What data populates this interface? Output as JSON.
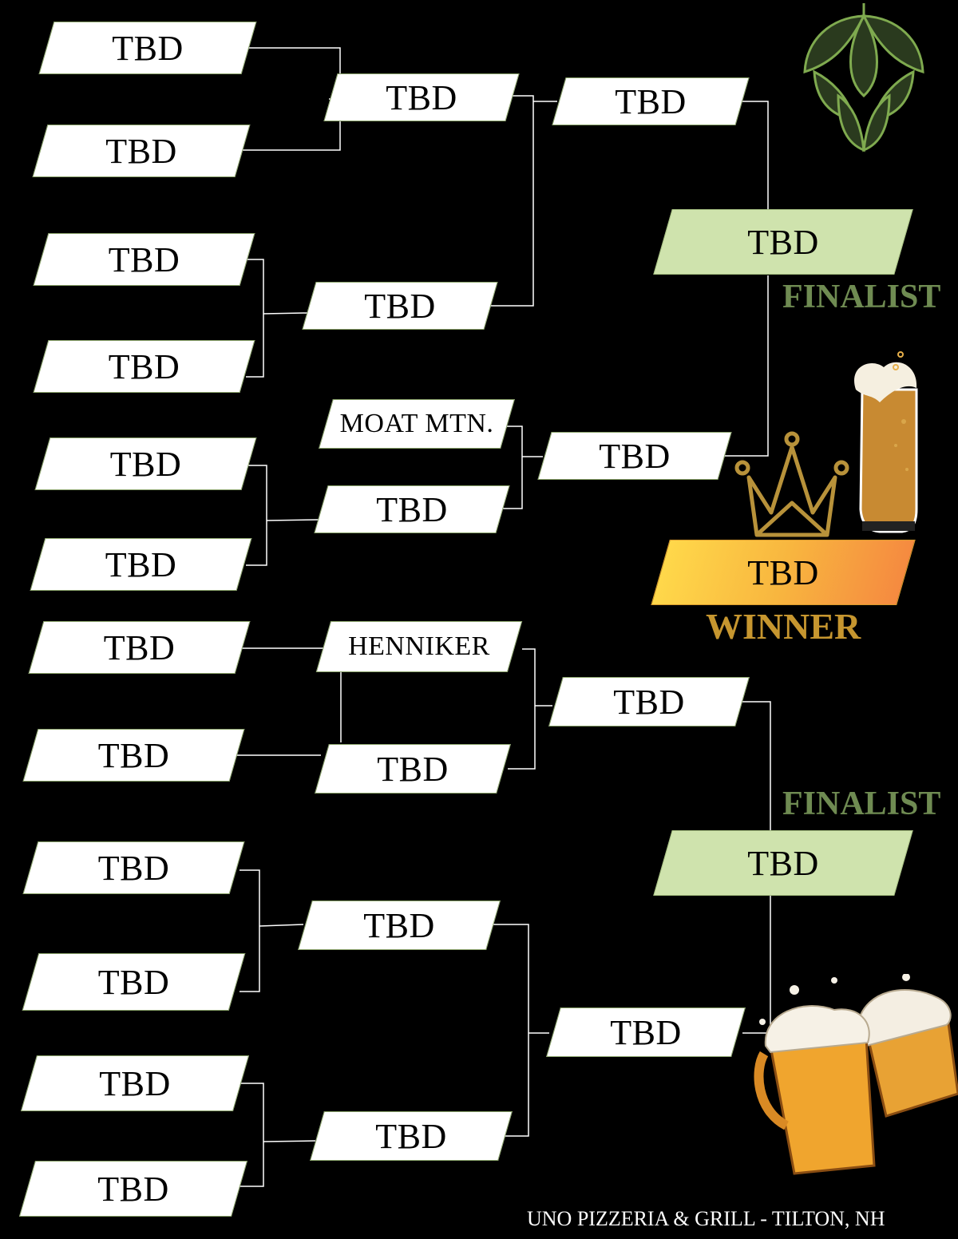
{
  "bracket": {
    "round1": [
      "TBD",
      "TBD",
      "TBD",
      "TBD",
      "TBD",
      "TBD",
      "TBD",
      "TBD",
      "TBD",
      "TBD",
      "TBD",
      "TBD"
    ],
    "round2": [
      "TBD",
      "TBD",
      "MOAT MTN.",
      "TBD",
      "HENNIKER",
      "TBD",
      "TBD",
      "TBD"
    ],
    "round3": [
      "TBD",
      "TBD",
      "TBD",
      "TBD"
    ],
    "finalists": [
      "TBD",
      "TBD"
    ],
    "winner": "TBD"
  },
  "labels": {
    "finalist_top": "FINALIST",
    "finalist_bottom": "FINALIST",
    "winner": "WINNER"
  },
  "footer": "UNO PIZZERIA & GRILL - TILTON, NH",
  "icons": [
    "hop-icon",
    "crown-icon",
    "beer-glass-icon",
    "beer-mugs-icon"
  ],
  "colors": {
    "background": "#000000",
    "slot": "#ffffff",
    "finalist": "#cfe3ad",
    "finalist_label": "#6f8b52",
    "winner_gradient": [
      "#ffd84a",
      "#f58a40"
    ],
    "winner_label": "#c6962f"
  }
}
